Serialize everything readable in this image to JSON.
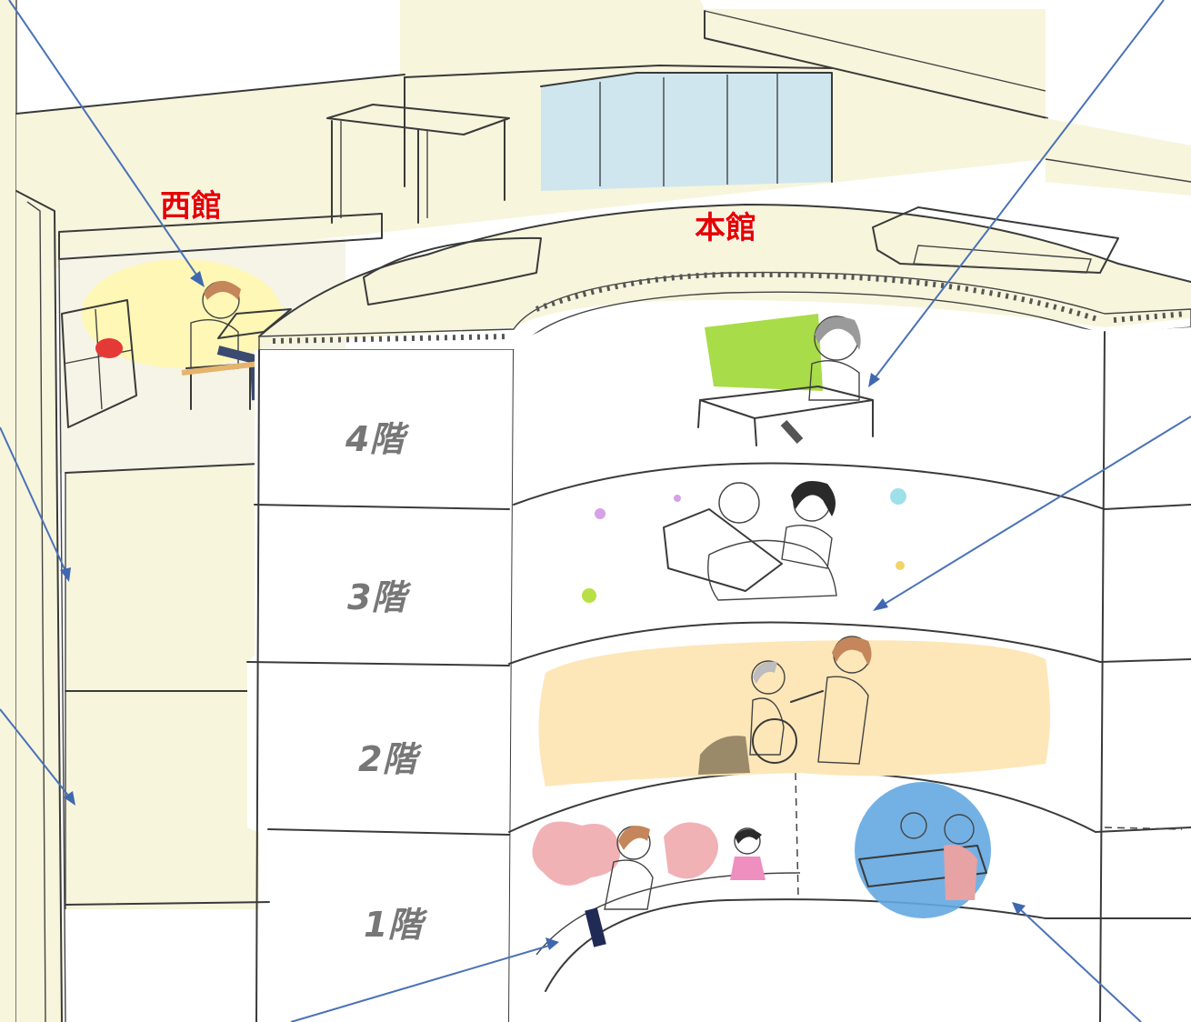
{
  "buildings": {
    "west": {
      "label": "西館"
    },
    "main": {
      "label": "本館"
    }
  },
  "floors": [
    {
      "label": "4階"
    },
    {
      "label": "3階"
    },
    {
      "label": "2階"
    },
    {
      "label": "1階"
    }
  ],
  "colors": {
    "arrow": "#4a72b8",
    "building_label": "#e60000",
    "floor_label": "#777777",
    "roof_fill": "#f7f5dc",
    "green_roof": "#b6e045",
    "glass": "#cfe6ef"
  }
}
